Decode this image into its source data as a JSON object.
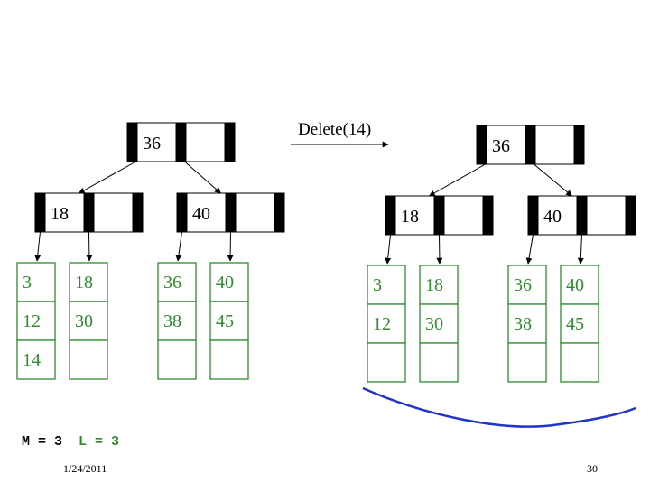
{
  "operation": {
    "label": "Delete(14)"
  },
  "colors": {
    "leaf": "#2e8b2e",
    "arc": "#1f35c8",
    "key": "#000000"
  },
  "trees": [
    {
      "state": "before",
      "root_keys": [
        "36"
      ],
      "internal_nodes": [
        {
          "keys": [
            "18"
          ]
        },
        {
          "keys": [
            "40"
          ]
        }
      ],
      "leaves": [
        [
          "3",
          "12",
          "14"
        ],
        [
          "18",
          "30",
          ""
        ],
        [
          "36",
          "38",
          ""
        ],
        [
          "40",
          "45",
          ""
        ]
      ]
    },
    {
      "state": "after",
      "root_keys": [
        "36"
      ],
      "internal_nodes": [
        {
          "keys": [
            "18"
          ]
        },
        {
          "keys": [
            "40"
          ]
        }
      ],
      "leaves": [
        [
          "3",
          "12",
          ""
        ],
        [
          "18",
          "30",
          ""
        ],
        [
          "36",
          "38",
          ""
        ],
        [
          "40",
          "45",
          ""
        ]
      ]
    }
  ],
  "caption": {
    "m_label": "M = 3",
    "l_label": "L = 3"
  },
  "footer": {
    "date": "1/24/2011",
    "page_number": "30"
  }
}
